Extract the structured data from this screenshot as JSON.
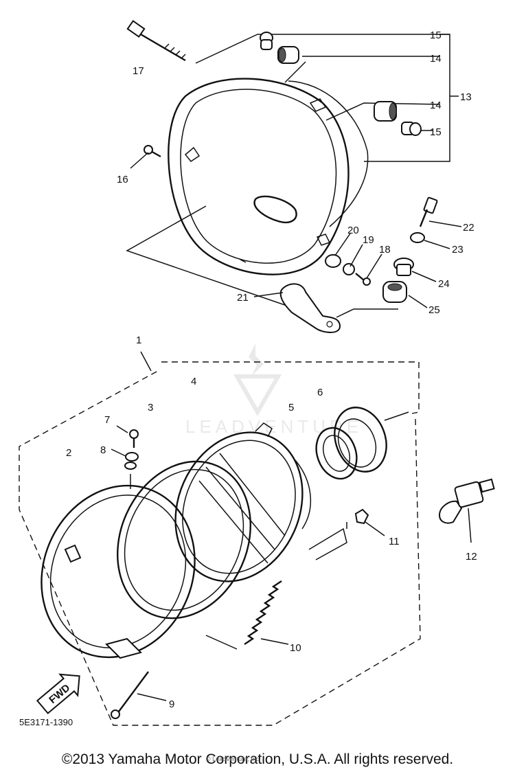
{
  "callouts": {
    "c1": "1",
    "c2": "2",
    "c3": "3",
    "c4": "4",
    "c5": "5",
    "c6": "6",
    "c7": "7",
    "c8": "8",
    "c9": "9",
    "c10": "10",
    "c11": "11",
    "c12": "12",
    "c13": "13",
    "c14a": "14",
    "c14b": "14",
    "c15a": "15",
    "c15b": "15",
    "c16": "16",
    "c17": "17",
    "c18": "18",
    "c19": "19",
    "c20": "20",
    "c21": "21",
    "c22": "22",
    "c23": "23",
    "c24": "24",
    "c25": "25"
  },
  "fwd_label": "FWD",
  "diagram_code": "5E3171-1390",
  "watermark_text": "LEADVENTURE",
  "watermark_sub": "© LeadVenture, Inc.",
  "copyright": "©2013 Yamaha Motor Corporation, U.S.A. All rights reserved."
}
